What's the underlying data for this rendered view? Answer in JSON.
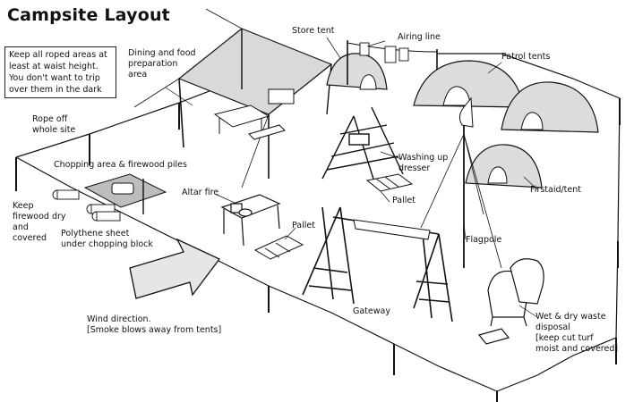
{
  "title": "Campsite Layout",
  "note": {
    "lines": [
      "Keep all roped areas at",
      "least at waist height.",
      "You don't want to trip",
      "over them in the dark"
    ]
  },
  "labels": {
    "dining": [
      "Dining and food",
      "preparation",
      "area"
    ],
    "store_tent": "Store tent",
    "airing_line": "Airing line",
    "patrol_tents": "Patrol tents",
    "rope_off": [
      "Rope off",
      "whole site"
    ],
    "chopping": "Chopping area & firewood piles",
    "washing_up": [
      "Washing up",
      "dresser"
    ],
    "firstaid": "Firstaid/tent",
    "keep_firewood": [
      "Keep",
      "firewood dry",
      "and",
      "covered"
    ],
    "altar_fire": "Altar fire",
    "pallet_left": "Pallet",
    "pallet_right": "Pallet",
    "polythene": [
      "Polythene sheet",
      "under chopping block"
    ],
    "flagpole": "Flagpole",
    "wind": [
      "Wind direction.",
      "[Smoke blows away from tents]"
    ],
    "gateway": "Gateway",
    "waste": [
      "Wet & dry waste",
      "disposal",
      "[keep cut turf",
      "moist and covered]"
    ]
  },
  "colors": {
    "ink": "#111111",
    "canvas": "#d9d9d9",
    "tent_fill": "#dcdcdc",
    "sheet": "#bdbdbd",
    "arrow_fill": "#e6e6e6",
    "background": "#ffffff"
  }
}
